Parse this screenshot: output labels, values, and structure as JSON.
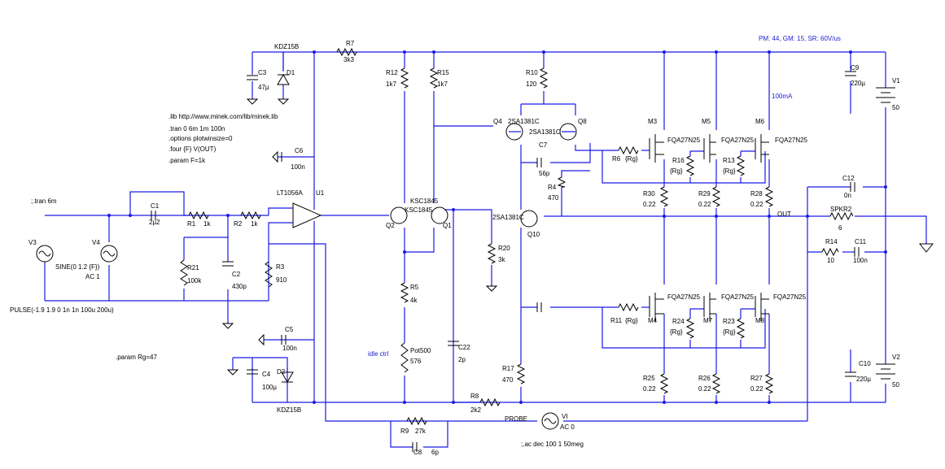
{
  "header": {
    "stats": "PM: 44, GM: 15, SR: 60V/us"
  },
  "directives": {
    "lib": ".lib http://www.minek.com/lib/minek.lib",
    "tran": ".tran 0 6m 1m 100n",
    "options": ".options plotwinsize=0",
    "four": ".four {F} V(OUT)",
    "param_f": ".param F=1k",
    "tran_comment": ";.tran 6m",
    "param_rg": ".param Rg=47",
    "ac_comment": ";.ac dec 100 1 50meg",
    "idle_note": "idle ctrl",
    "current_note": "100mA"
  },
  "sources": {
    "v3": {
      "name": "V3",
      "value": "PULSE(-1.9 1.9 0 1n 1n 100u 200u)"
    },
    "v4": {
      "name": "V4",
      "value": "SINE(0 1.2 {F})",
      "ac": "AC 1"
    },
    "v1": {
      "name": "V1",
      "value": "50"
    },
    "v2": {
      "name": "V2",
      "value": "50"
    },
    "vi": {
      "name": "VI",
      "value": "AC 0"
    }
  },
  "labels": {
    "probe": "PROBE",
    "out": "OUT"
  },
  "resistors": {
    "r1": {
      "name": "R1",
      "value": "1k"
    },
    "r2": {
      "name": "R2",
      "value": "1k"
    },
    "r3": {
      "name": "R3",
      "value": "910"
    },
    "r4": {
      "name": "R4",
      "value": "470"
    },
    "r5": {
      "name": "R5",
      "value": "4k"
    },
    "r6": {
      "name": "R6",
      "value": "{Rg}"
    },
    "r7": {
      "name": "R7",
      "value": "3k3"
    },
    "r8": {
      "name": "R8",
      "value": "2k2"
    },
    "r9": {
      "name": "R9",
      "value": "27k"
    },
    "r10": {
      "name": "R10",
      "value": "120"
    },
    "r11": {
      "name": "R11",
      "value": "{Rg}"
    },
    "r12": {
      "name": "R12",
      "value": "1k7"
    },
    "r13": {
      "name": "R13",
      "value": "{Rg}"
    },
    "r14": {
      "name": "R14",
      "value": "10"
    },
    "r15": {
      "name": "R15",
      "value": "1k7"
    },
    "r16": {
      "name": "R16",
      "value": "{Rg}"
    },
    "r17": {
      "name": "R17",
      "value": "470"
    },
    "r20": {
      "name": "R20",
      "value": "3k"
    },
    "r21": {
      "name": "R21",
      "value": "100k"
    },
    "r23": {
      "name": "R23",
      "value": "{Rg}"
    },
    "r24": {
      "name": "R24",
      "value": "{Rg}"
    },
    "r25": {
      "name": "R25",
      "value": "0.22"
    },
    "r26": {
      "name": "R26",
      "value": "0.22"
    },
    "r27": {
      "name": "R27",
      "value": "0.22"
    },
    "r28": {
      "name": "R28",
      "value": "0.22"
    },
    "r29": {
      "name": "R29",
      "value": "0.22"
    },
    "r30": {
      "name": "R30",
      "value": "0.22"
    },
    "pot": {
      "name": "Pot500",
      "value": "576"
    },
    "spkr": {
      "name": "SPKR2",
      "value": "6"
    }
  },
  "capacitors": {
    "c1": {
      "name": "C1",
      "value": "2µ2"
    },
    "c2": {
      "name": "C2",
      "value": "430p"
    },
    "c3": {
      "name": "C3",
      "value": "47µ"
    },
    "c4": {
      "name": "C4",
      "value": "100µ"
    },
    "c5": {
      "name": "C5",
      "value": "100n"
    },
    "c6": {
      "name": "C6",
      "value": "100n"
    },
    "c7": {
      "name": "C7",
      "value": "56p"
    },
    "c8": {
      "name": "C8",
      "value": "6p"
    },
    "c9": {
      "name": "C9",
      "value": "220µ"
    },
    "c10": {
      "name": "C10",
      "value": "220µ"
    },
    "c11": {
      "name": "C11",
      "value": "100n"
    },
    "c12": {
      "name": "C12",
      "value": "0n"
    },
    "c22": {
      "name": "C22",
      "value": "2p"
    }
  },
  "diodes": {
    "d1": {
      "name": "D1",
      "part": "KDZ15B"
    },
    "d2": {
      "name": "D2",
      "part": "KDZ15B"
    }
  },
  "opamp": {
    "name": "U1",
    "part": "LT1056A"
  },
  "transistors": {
    "q1": {
      "name": "Q1",
      "part": "KSC1845"
    },
    "q2": {
      "name": "Q2",
      "part": "KSC1845"
    },
    "q4": {
      "name": "Q4",
      "part": "2SA1381C"
    },
    "q8": {
      "name": "Q8",
      "part": "2SA1381C"
    },
    "q10": {
      "name": "Q10",
      "part": "2SA1381C"
    }
  },
  "mosfets": {
    "m3": {
      "name": "M3",
      "part": "FQA27N25"
    },
    "m5": {
      "name": "M5",
      "part": "FQA27N25"
    },
    "m6": {
      "name": "M6",
      "part": "FQA27N25"
    },
    "m4": {
      "name": "M4",
      "part": "FQA27N25"
    },
    "m7": {
      "name": "M7",
      "part": "FQA27N25"
    },
    "m8": {
      "name": "M8",
      "part": "FQA27N25"
    }
  }
}
